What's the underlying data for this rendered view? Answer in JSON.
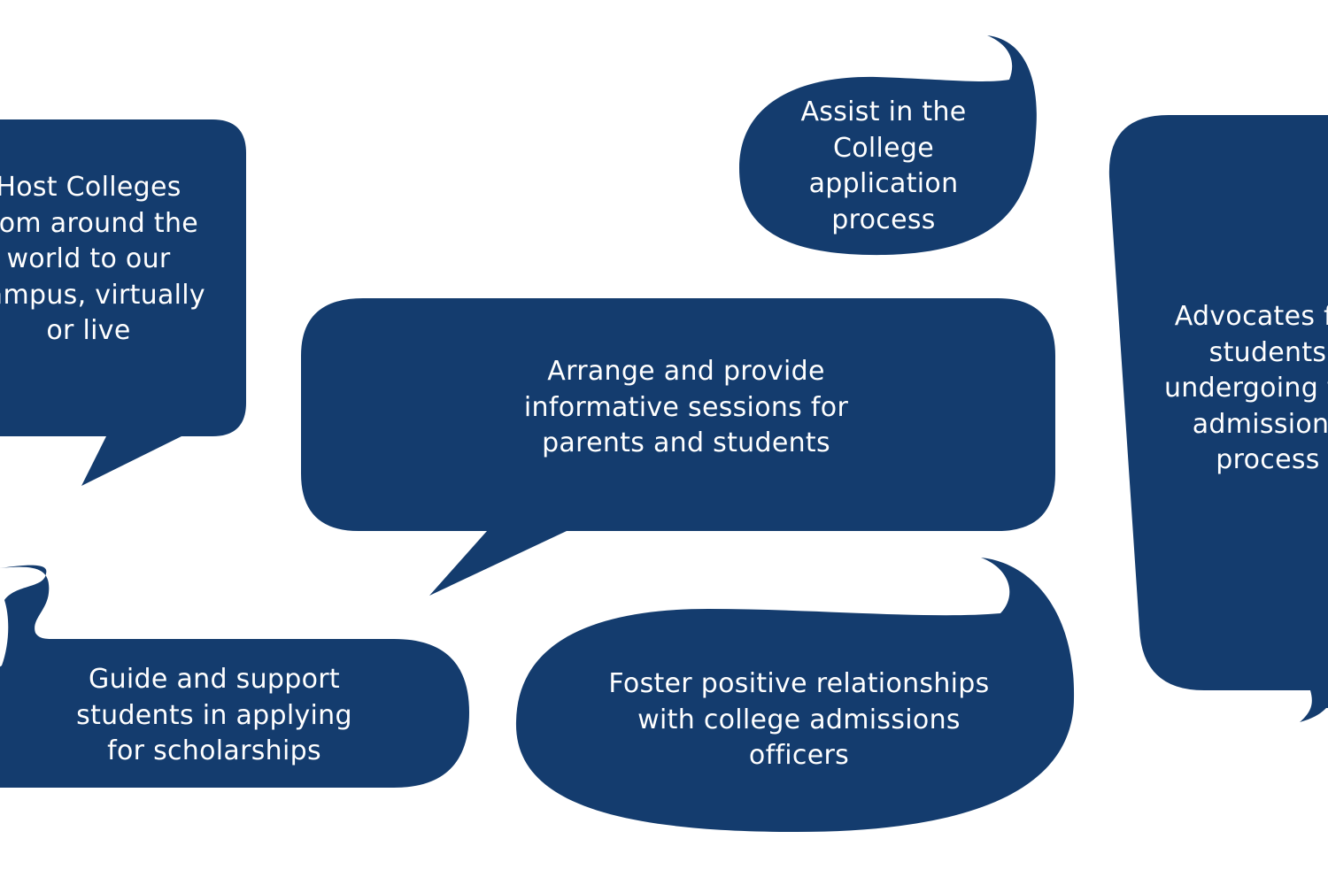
{
  "colors": {
    "bubble_fill": "#143c6e",
    "text": "#ffffff",
    "background": "#ffffff"
  },
  "bubbles": {
    "host": {
      "text": "Host Colleges\nfrom around the\nworld to our\ncampus, virtually\nor live"
    },
    "assist": {
      "text": "Assist in the\nCollege\napplication\nprocess"
    },
    "advocates": {
      "text": "Advocates for\nstudents\nundergoing the\nadmissions\nprocess"
    },
    "arrange": {
      "text": "Arrange and provide\ninformative sessions for\nparents and students"
    },
    "guide": {
      "text": "Guide and support\nstudents in applying\nfor scholarships"
    },
    "foster": {
      "text": "Foster positive relationships\nwith college admissions\nofficers"
    }
  }
}
